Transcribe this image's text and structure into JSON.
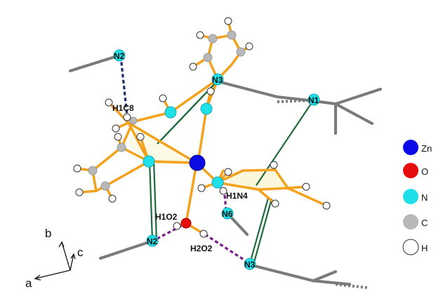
{
  "colors": {
    "zn": "#0a0ae6",
    "o": "#e60d0d",
    "n": "#1fe0e8",
    "c": "#b8b8b8",
    "h": "#ffffff",
    "bond": "#f2a21d",
    "ext_bond": "#7a7a7a",
    "hbond_n": "#1a2d6b",
    "hbond_o": "#7a1f8a",
    "contact": "#1f6a3c",
    "ring_fill": "#fbf6dc"
  },
  "atom_labels": {
    "n2_top": "N2",
    "n3_top": "N3",
    "n1": "N1",
    "h1c8": "H1C8",
    "h1n4": "H1N4",
    "n6": "N6",
    "h1o2": "H1O2",
    "n2_bottom": "N2",
    "h2o2": "H2O2",
    "n3_bottom": "N3"
  },
  "legend": [
    {
      "element": "Zn",
      "label": "Zn",
      "color": "#0a0ae6"
    },
    {
      "element": "O",
      "label": "O",
      "color": "#e60d0d"
    },
    {
      "element": "N",
      "label": "N",
      "color": "#1fe0e8"
    },
    {
      "element": "C",
      "label": "C",
      "color": "#b8b8b8"
    },
    {
      "element": "H",
      "label": "H",
      "color": "#ffffff"
    }
  ],
  "axes": {
    "a": "a",
    "b": "b",
    "c": "c"
  }
}
